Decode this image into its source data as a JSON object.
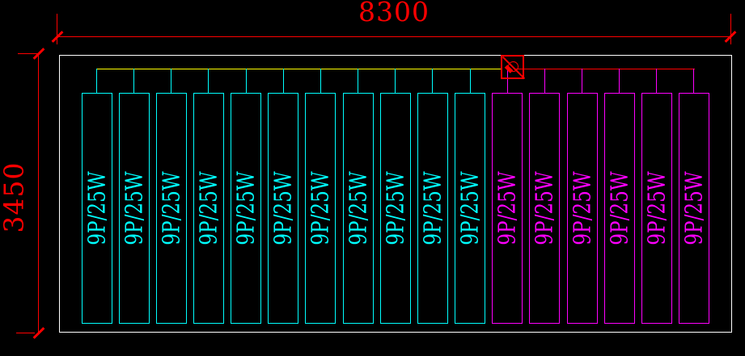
{
  "drawing": {
    "dimension_width": "8300",
    "dimension_height": "3450",
    "lamp_label": "9P/25W",
    "lamp_total": 17,
    "circuits": [
      {
        "name": "circuit-1",
        "lamp_count": 11,
        "lamp_color": "#00ffff",
        "wire_color": "#ffff00"
      },
      {
        "name": "circuit-2",
        "lamp_count": 6,
        "lamp_color": "#ff00ff",
        "wire_color": "#ff0000"
      }
    ],
    "colors": {
      "dimension": "#ff0000",
      "outline": "#ffffff",
      "background": "#000000"
    },
    "symbols": [
      {
        "name": "junction-box",
        "description": "red square with circle and diagonal stroke at wiring split point"
      }
    ]
  }
}
